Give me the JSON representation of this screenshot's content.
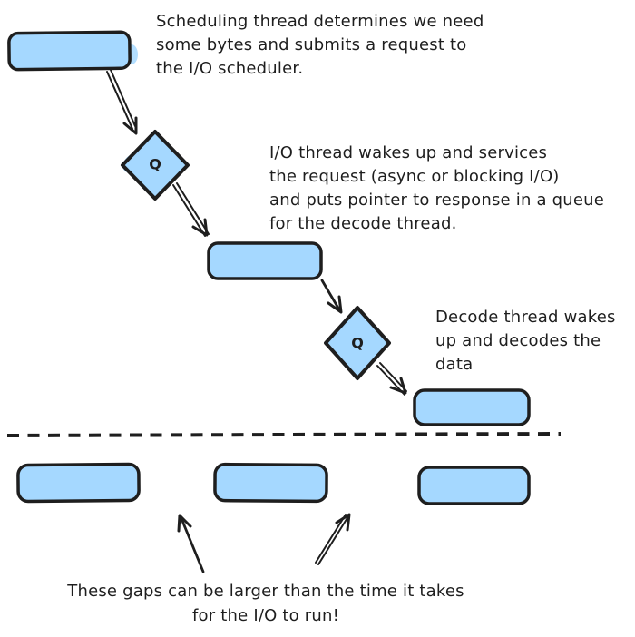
{
  "colors": {
    "shape_fill": "#a5d8ff",
    "stroke": "#1e1e1e",
    "text": "#1e1e1e",
    "background": "#ffffff"
  },
  "labels": {
    "queue": "Q"
  },
  "annotations": {
    "scheduling": "Scheduling thread determines we need\nsome bytes and submits a request to\nthe I/O scheduler.",
    "io": "I/O thread wakes up and services\nthe request (async or blocking I/O)\nand puts pointer to response in a queue\nfor the decode thread.",
    "decode": "Decode thread wakes\nup and decodes the\ndata",
    "gaps": "These gaps can be larger than the time it takes\nfor the I/O to run!"
  }
}
